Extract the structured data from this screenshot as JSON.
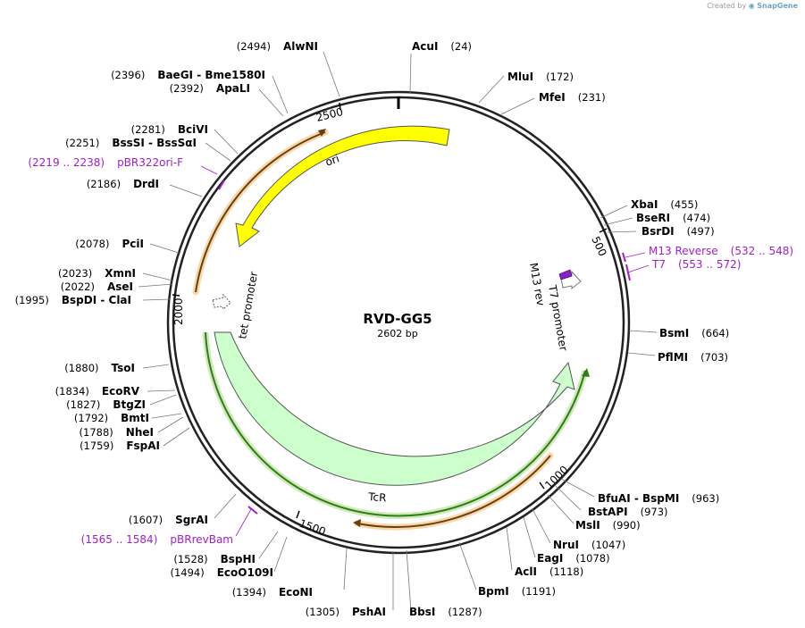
{
  "credit": {
    "prefix": "Created by",
    "brand": "SnapGene"
  },
  "plasmid": {
    "name": "RVD-GG5",
    "size_label": "2602 bp",
    "length": 2602
  },
  "colors": {
    "ori": "#ffff00",
    "tcr": "#ccffcc",
    "gene_stroke": "#2e7d18",
    "orange": "#e89a2c",
    "primer": "#a020c8",
    "m13_fill": "#8a22c8"
  },
  "sites_right": [
    {
      "name": "AcuI",
      "pos": "(24)"
    },
    {
      "name": "MluI",
      "pos": "(172)"
    },
    {
      "name": "MfeI",
      "pos": "(231)"
    },
    {
      "name": "XbaI",
      "pos": "(455)"
    },
    {
      "name": "BseRI",
      "pos": "(474)"
    },
    {
      "name": "BsrDI",
      "pos": "(497)"
    },
    {
      "name": "BsmI",
      "pos": "(664)"
    },
    {
      "name": "PflMI",
      "pos": "(703)"
    },
    {
      "name": "BfuAI  - BspMI",
      "pos": "(963)"
    },
    {
      "name": "BstAPI",
      "pos": "(973)"
    },
    {
      "name": "MslI",
      "pos": "(990)"
    },
    {
      "name": "NruI",
      "pos": "(1047)"
    },
    {
      "name": "EagI",
      "pos": "(1078)"
    },
    {
      "name": "AclI",
      "pos": "(1118)"
    },
    {
      "name": "BpmI",
      "pos": "(1191)"
    },
    {
      "name": "BbsI",
      "pos": "(1287)"
    }
  ],
  "sites_left": [
    {
      "name": "AlwNI",
      "pos": "(2494)"
    },
    {
      "name": "BaeGI  - Bme1580I",
      "pos": "(2396)"
    },
    {
      "name": "ApaLI",
      "pos": "(2392)"
    },
    {
      "name": "BciVI",
      "pos": "(2281)"
    },
    {
      "name": "BssSI  - BssSαI",
      "pos": "(2251)"
    },
    {
      "name": "DrdI",
      "pos": "(2186)"
    },
    {
      "name": "PciI",
      "pos": "(2078)"
    },
    {
      "name": "XmnI",
      "pos": "(2023)"
    },
    {
      "name": "AseI",
      "pos": "(2022)"
    },
    {
      "name": "BspDI  - ClaI",
      "pos": "(1995)"
    },
    {
      "name": "TsoI",
      "pos": "(1880)"
    },
    {
      "name": "EcoRV",
      "pos": "(1834)"
    },
    {
      "name": "BtgZI",
      "pos": "(1827)"
    },
    {
      "name": "BmtI",
      "pos": "(1792)"
    },
    {
      "name": "NheI",
      "pos": "(1788)"
    },
    {
      "name": "FspAI",
      "pos": "(1759)"
    },
    {
      "name": "SgrAI",
      "pos": "(1607)"
    },
    {
      "name": "BspHI",
      "pos": "(1528)"
    },
    {
      "name": "EcoO109I",
      "pos": "(1494)"
    },
    {
      "name": "EcoNI",
      "pos": "(1394)"
    },
    {
      "name": "PshAI",
      "pos": "(1305)"
    }
  ],
  "primers": [
    {
      "name": "M13 Reverse",
      "range": "(532 .. 548)"
    },
    {
      "name": "T7",
      "range": "(553 .. 572)"
    },
    {
      "name": "pBR322ori-F",
      "range": "(2219 .. 2238)"
    },
    {
      "name": "pBRrevBam",
      "range": "(1565 .. 1584)"
    }
  ],
  "features": {
    "ori": "ori",
    "tcr": "TcR",
    "tet_promoter": "tet promoter",
    "t7_promoter": "T7 promoter",
    "m13_rev": "M13 rev"
  },
  "ticks": [
    "500",
    "1000",
    "1500",
    "2000",
    "2500"
  ]
}
